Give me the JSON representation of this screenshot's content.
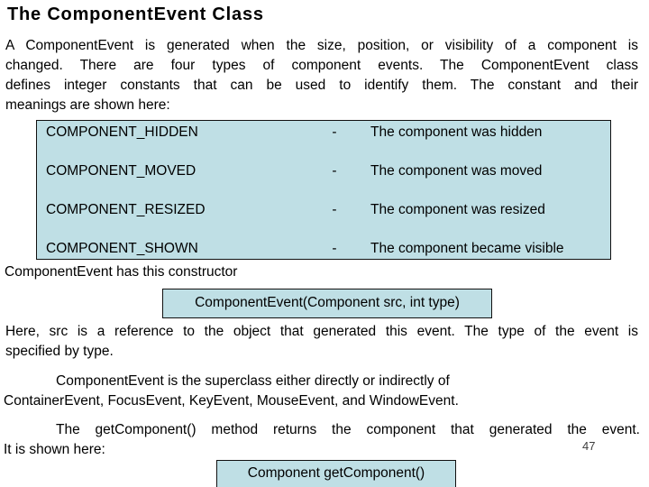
{
  "slide": {
    "title": "The ComponentEvent Class",
    "page_number": "47"
  },
  "intro": {
    "lines": [
      "A ComponentEvent is generated when the size, position, or visibility of a component is",
      "changed. There are four types of component events. The ComponentEvent class",
      "defines integer constants that can be used to identify them. The constant and their",
      "meanings are shown here:"
    ]
  },
  "constants_table": {
    "rows": [
      {
        "name": "COMPONENT_HIDDEN",
        "separator": "-",
        "meaning": "The component was hidden"
      },
      {
        "name": "COMPONENT_MOVED",
        "separator": "-",
        "meaning": "The component was moved"
      },
      {
        "name": "COMPONENT_RESIZED",
        "separator": "-",
        "meaning": "The component was resized"
      },
      {
        "name": "COMPONENT_SHOWN",
        "separator": "-",
        "meaning": "The component became visible"
      }
    ]
  },
  "constructor_section": {
    "lead": "ComponentEvent has this constructor",
    "signature": "ComponentEvent(Component src, int type)"
  },
  "src_paragraph": {
    "lines": [
      "Here, src is a reference to the object that generated this event. The type of the event is",
      "specified by type."
    ]
  },
  "superclass_paragraph": {
    "lines": [
      "ComponentEvent is the superclass either directly or indirectly of",
      "ContainerEvent, FocusEvent, KeyEvent, MouseEvent, and WindowEvent."
    ]
  },
  "getcomponent_paragraph": {
    "lines": [
      "The getComponent() method returns the component that generated the event.",
      "It is shown here:"
    ]
  },
  "method_box": {
    "signature": "Component getComponent()"
  },
  "colors": {
    "box_fill": "#bfdfe5",
    "box_border": "#111111",
    "text": "#000000",
    "background": "#ffffff"
  }
}
